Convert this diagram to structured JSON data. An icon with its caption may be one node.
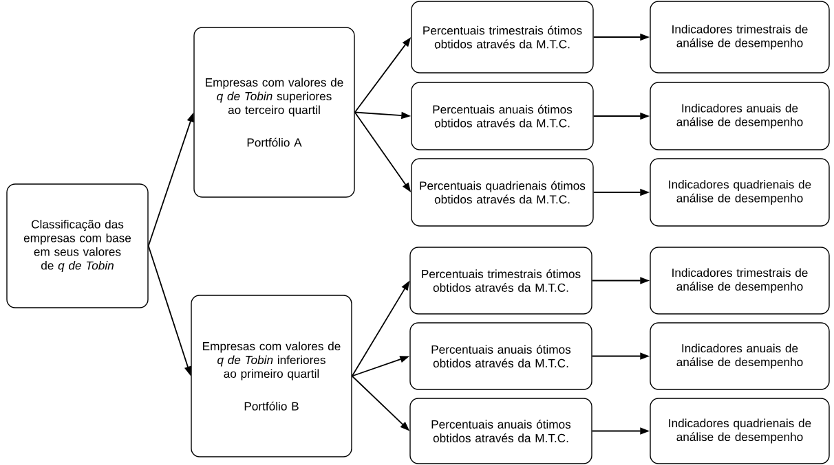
{
  "diagram": {
    "nodes": [
      {
        "text": [
          "Classificação das empresas com base em seus valores de *q de Tobin*"
        ]
      },
      {
        "text": [
          "Empresas com valores de *q de Tobin* superiores ao terceiro quartil",
          "Portfólio A"
        ]
      },
      {
        "text": [
          "Percentuais trimestrais ótimos obtidos através da M.T.C."
        ]
      },
      {
        "text": [
          "Indicadores trimestrais de análise de desempenho"
        ]
      },
      {
        "text": [
          "Percentuais anuais ótimos obtidos através da M.T.C."
        ]
      },
      {
        "text": [
          "Indicadores anuais de análise de desempenho"
        ]
      },
      {
        "text": [
          "Percentuais quadrienais ótimos obtidos através da M.T.C."
        ]
      },
      {
        "text": [
          "Indicadores quadrienais de análise de desempenho"
        ]
      },
      {
        "text": [
          "Empresas com valores de *q de Tobin* inferiores ao primeiro quartil",
          "Portfólio B"
        ]
      },
      {
        "text": [
          "Percentuais trimestrais ótimos obtidos através da M.T.C."
        ]
      },
      {
        "text": [
          "Indicadores trimestrais de análise de desempenho"
        ]
      },
      {
        "text": [
          "Percentuais anuais ótimos obtidos através da M.T.C."
        ]
      },
      {
        "text": [
          "Indicadores anuais de análise de desempenho"
        ]
      },
      {
        "text": [
          "Percentuais anuais ótimos obtidos através da M.T.C."
        ]
      },
      {
        "text": [
          "Indicadores quadrienais de análise de desempenho"
        ]
      }
    ],
    "edges": [
      {
        "from": 0,
        "to": 1,
        "arrow": "to"
      },
      {
        "from": 0,
        "to": 8,
        "arrow": "to"
      },
      {
        "from": 1,
        "to": 2,
        "arrow": "to"
      },
      {
        "from": 1,
        "to": 4,
        "arrow": "to"
      },
      {
        "from": 1,
        "to": 6,
        "arrow": "to"
      },
      {
        "from": 2,
        "to": 3,
        "arrow": "to"
      },
      {
        "from": 4,
        "to": 5,
        "arrow": "to"
      },
      {
        "from": 6,
        "to": 7,
        "arrow": "to"
      },
      {
        "from": 8,
        "to": 9,
        "arrow": "to"
      },
      {
        "from": 8,
        "to": 11,
        "arrow": "to"
      },
      {
        "from": 8,
        "to": 13,
        "arrow": "to"
      },
      {
        "from": 9,
        "to": 10,
        "arrow": "to"
      },
      {
        "from": 11,
        "to": 12,
        "arrow": "to"
      },
      {
        "from": 13,
        "to": 14,
        "arrow": "to"
      }
    ]
  }
}
